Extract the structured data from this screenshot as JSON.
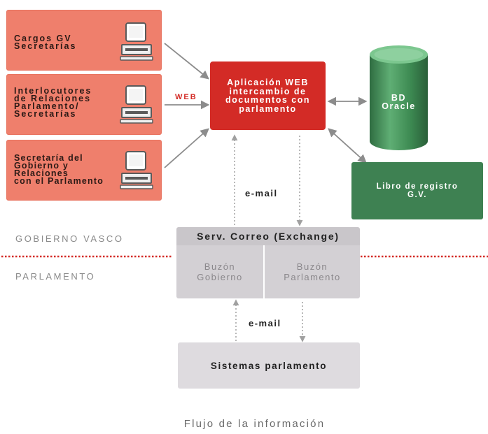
{
  "sources": [
    {
      "label": "Cargos GV\nSecretarías"
    },
    {
      "label": "Interlocutores\nde Relaciones\nParlamento/\nSecretarías"
    },
    {
      "label": "Secretaría del\nGobierno y\nRelaciones\ncon el Parlamento"
    }
  ],
  "web_label": "WEB",
  "web_app": {
    "label": "Aplicación WEB\nintercambio de\ndocumentos con\nparlamento"
  },
  "database": {
    "label": "BD\nOracle"
  },
  "registry": {
    "label": "Libro de registro\nG.V."
  },
  "email_upper": "e-mail",
  "email_lower": "e-mail",
  "region_top": "GOBIERNO VASCO",
  "region_bottom": "PARLAMENTO",
  "mail_server": {
    "title": "Serv. Correo (Exchange)",
    "mailbox_left": "Buzón\nGobierno",
    "mailbox_right": "Buzón\nParlamento"
  },
  "parliament_systems": "Sistemas parlamento",
  "caption": "Flujo de la información",
  "colors": {
    "source_box": "#ef7f6c",
    "web_app": "#d32b26",
    "database": "#3e8152",
    "mail_server": "#c9c6ca",
    "divider": "#d32b26"
  },
  "icons": [
    "computer-icon",
    "database-cylinder-icon"
  ]
}
